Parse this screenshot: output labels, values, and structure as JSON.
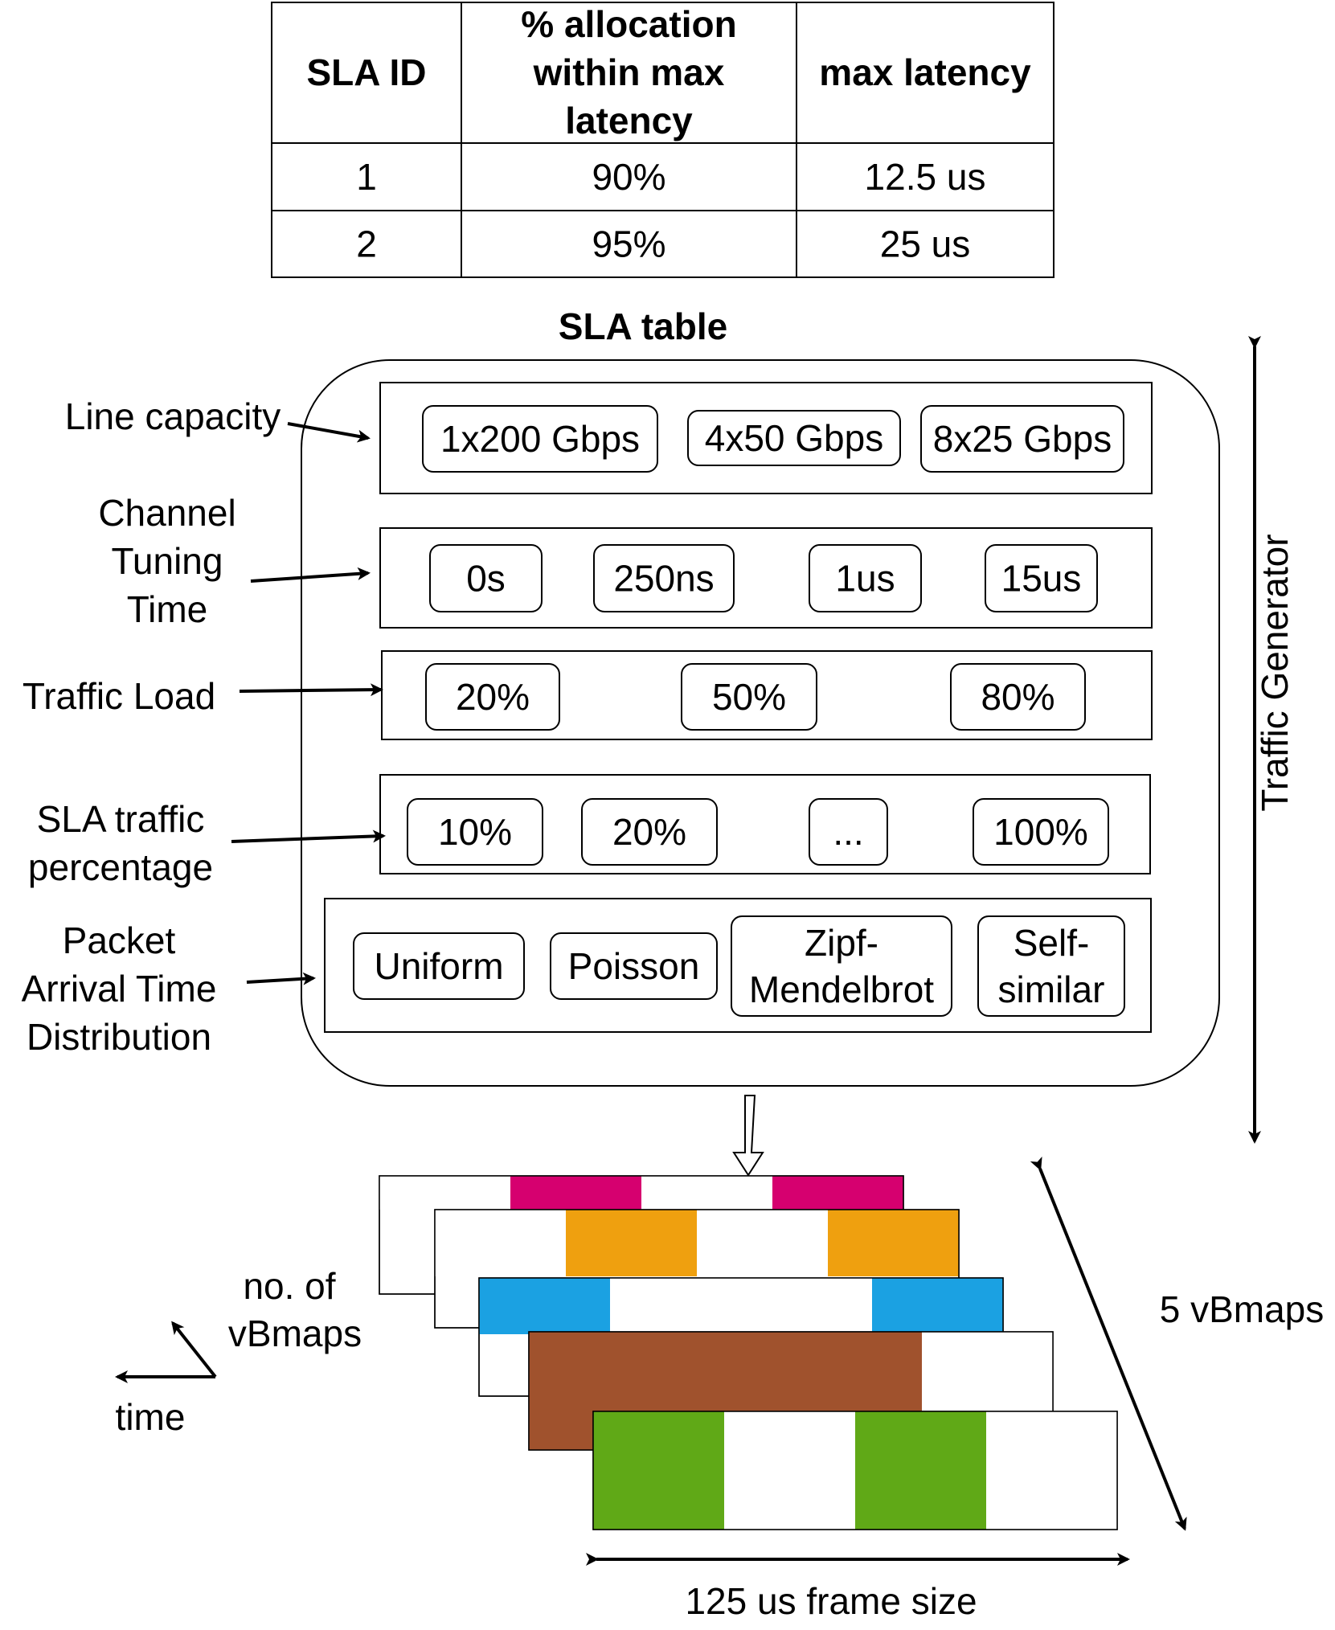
{
  "sla_table": {
    "headers": [
      "SLA ID",
      "% allocation within max latency",
      "max latency"
    ],
    "header_lines": [
      [
        "SLA ID"
      ],
      [
        "% allocation",
        "within max",
        "latency"
      ],
      [
        "max latency"
      ]
    ],
    "rows": [
      [
        "1",
        "90%",
        "12.5 us"
      ],
      [
        "2",
        "95%",
        "25 us"
      ]
    ],
    "caption": "SLA table"
  },
  "generator": {
    "rows": [
      {
        "label_lines": [
          "Line capacity"
        ],
        "options": [
          [
            "1x200 Gbps"
          ],
          [
            "4x50 Gbps"
          ],
          [
            "8x25 Gbps"
          ]
        ]
      },
      {
        "label_lines": [
          "Channel",
          "Tuning",
          "Time"
        ],
        "options": [
          [
            "0s"
          ],
          [
            "250ns"
          ],
          [
            "1us"
          ],
          [
            "15us"
          ]
        ]
      },
      {
        "label_lines": [
          "Traffic Load"
        ],
        "options": [
          [
            "20%"
          ],
          [
            "50%"
          ],
          [
            "80%"
          ]
        ]
      },
      {
        "label_lines": [
          "SLA traffic",
          "percentage"
        ],
        "options": [
          [
            "10%"
          ],
          [
            "20%"
          ],
          [
            "..."
          ],
          [
            "100%"
          ]
        ]
      },
      {
        "label_lines": [
          "Packet",
          "Arrival Time",
          "Distribution"
        ],
        "options": [
          [
            "Uniform"
          ],
          [
            "Poisson"
          ],
          [
            "Zipf-",
            "Mendelbrot"
          ],
          [
            "Self-",
            "similar"
          ]
        ]
      }
    ],
    "side_label": "Traffic Generator"
  },
  "vbmaps": {
    "count_label": "5 vBmaps",
    "frame_label": "125 us frame size",
    "axis_depth_label_lines": [
      "no. of",
      "vBmaps"
    ],
    "axis_time_label": "time",
    "layers": [
      {
        "color": "#d6006f",
        "slots": [
          false,
          true,
          false,
          true
        ]
      },
      {
        "color": "#efa00f",
        "slots": [
          false,
          true,
          false,
          true
        ]
      },
      {
        "color": "#1ba1e2",
        "slots": [
          true,
          false,
          false,
          true
        ]
      },
      {
        "color": "#a0522d",
        "slots": [
          true,
          true,
          true,
          false
        ]
      },
      {
        "color": "#60a917",
        "slots": [
          true,
          false,
          true,
          false
        ]
      }
    ]
  }
}
